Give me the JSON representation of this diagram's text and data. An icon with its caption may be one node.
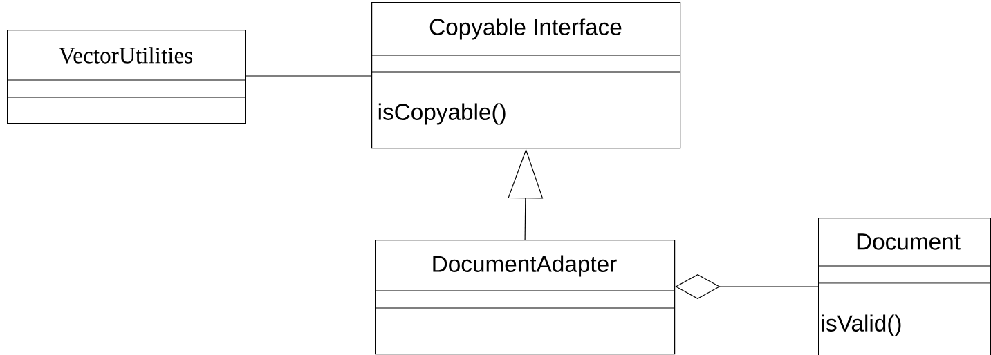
{
  "diagram": {
    "nodes": [
      {
        "text": [
          "VectorUtilities"
        ]
      },
      {
        "text": [
          "Copyable Interface",
          "isCopyable()"
        ]
      },
      {
        "text": [
          "DocumentAdapter"
        ]
      },
      {
        "text": [
          "Document",
          "isValid()"
        ]
      }
    ],
    "edges": [
      {
        "from": 0,
        "to": 1,
        "arrow": "none"
      },
      {
        "from": 2,
        "to": 1,
        "arrow": "to"
      },
      {
        "from": 2,
        "to": 3,
        "arrow": "other"
      }
    ]
  }
}
